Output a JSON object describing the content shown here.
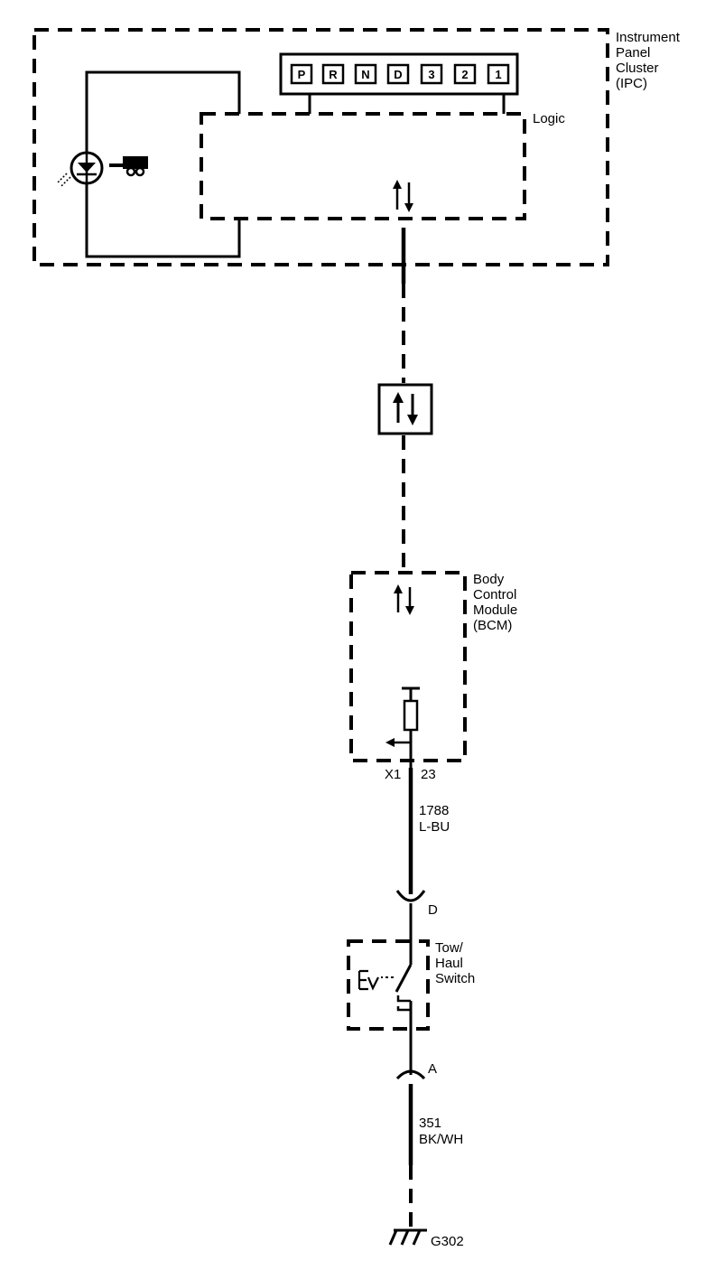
{
  "ipc": {
    "name_lines": [
      "Instrument",
      "Panel",
      "Cluster",
      "(IPC)"
    ],
    "logic_label": "Logic",
    "gear_positions": [
      "P",
      "R",
      "N",
      "D",
      "3",
      "2",
      "1"
    ]
  },
  "bcm": {
    "name_lines": [
      "Body",
      "Control",
      "Module",
      "(BCM)"
    ],
    "connector": "X1",
    "pin": "23"
  },
  "circuit_upper": {
    "number": "1788",
    "color": "L-BU"
  },
  "terminal_d": "D",
  "switch": {
    "name_lines": [
      "Tow/",
      "Haul",
      "Switch"
    ]
  },
  "terminal_a": "A",
  "circuit_lower": {
    "number": "351",
    "color": "BK/WH"
  },
  "ground": "G302",
  "icons": {
    "indicator": "tow-haul-lamp-icon",
    "trailer": "trailer-icon",
    "serial_data": "serial-data-arrows-icon",
    "ground": "ground-icon"
  }
}
